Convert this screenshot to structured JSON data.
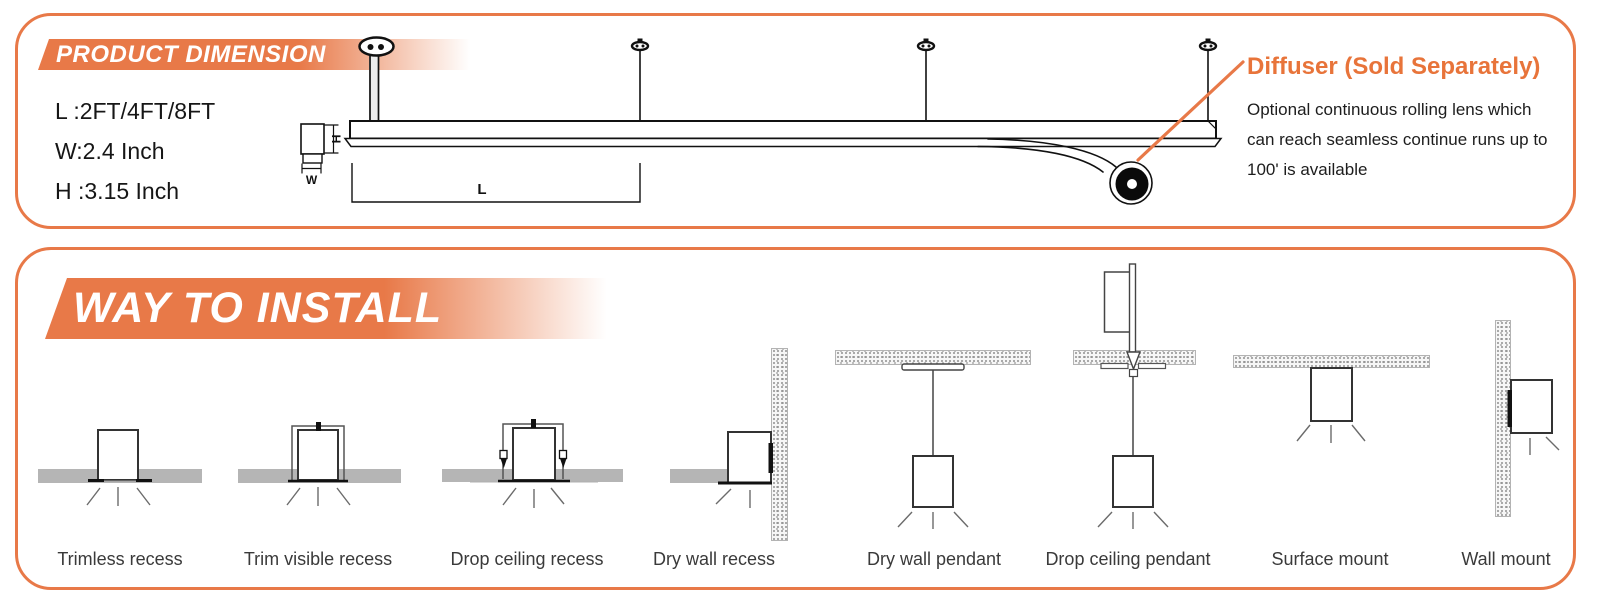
{
  "product_dimension": {
    "banner": "PRODUCT DIMENSION",
    "dimension_lines": [
      "L :2FT/4FT/8FT",
      "W:2.4 Inch",
      "H :3.15 Inch"
    ],
    "drawing": {
      "length_label": "L",
      "height_label": "H",
      "width_label": "W"
    },
    "diffuser_callout": {
      "title": "Diffuser (Sold Separately)",
      "description_lines": [
        "Optional continuous rolling lens which",
        "can reach seamless continue runs up to",
        "100' is available"
      ]
    }
  },
  "way_to_install": {
    "banner": "WAY TO INSTALL",
    "methods": [
      {
        "label": "Trimless recess"
      },
      {
        "label": "Trim visible recess"
      },
      {
        "label": "Drop ceiling recess"
      },
      {
        "label": "Dry wall recess"
      },
      {
        "label": "Dry wall pendant"
      },
      {
        "label": "Drop ceiling pendant"
      },
      {
        "label": "Surface mount"
      },
      {
        "label": "Wall mount"
      }
    ]
  },
  "colors": {
    "accent_orange": "#E87948",
    "callout_title_orange": "#E8743A",
    "line_art_black": "#111111",
    "ceiling_band_gray": "#b5b5b5",
    "label_gray": "#3a3a3a"
  }
}
